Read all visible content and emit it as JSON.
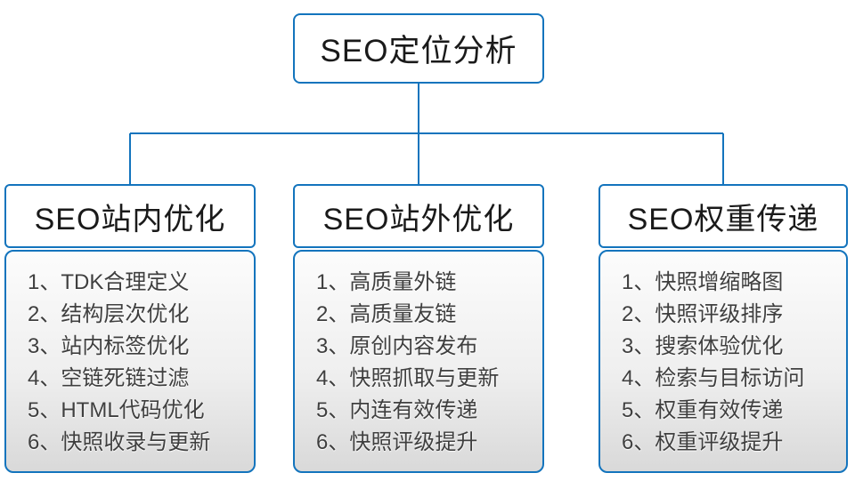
{
  "diagram": {
    "root": {
      "label": "SEO定位分析"
    },
    "branches": [
      {
        "label": "SEO站内优化",
        "items": [
          "1、TDK合理定义",
          "2、结构层次优化",
          "3、站内标签优化",
          "4、空链死链过滤",
          "5、HTML代码优化",
          "6、快照收录与更新"
        ]
      },
      {
        "label": "SEO站外优化",
        "items": [
          "1、高质量外链",
          "2、高质量友链",
          "3、原创内容发布",
          "4、快照抓取与更新",
          "5、内连有效传递",
          "6、快照评级提升"
        ]
      },
      {
        "label": "SEO权重传递",
        "items": [
          "1、快照增缩略图",
          "2、快照评级排序",
          "3、搜索体验优化",
          "4、检索与目标访问",
          "5、权重有效传递",
          "6、权重评级提升"
        ]
      }
    ],
    "colors": {
      "line_blue": "#1374bd",
      "list_bg_top": "#fcfcfc",
      "list_bg_bottom": "#d9d9d9",
      "title_text": "#1a1a1a",
      "list_text": "#3f3f3f"
    }
  }
}
